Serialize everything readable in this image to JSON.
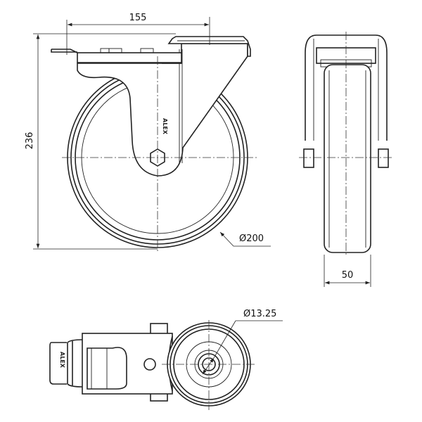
{
  "drawing": {
    "dimensions": {
      "width_overall": "155",
      "height_overall": "236",
      "wheel_diameter": "Ø200",
      "wheel_width": "50",
      "bore_diameter": "Ø13.25"
    },
    "logo_text": "ALEX",
    "line_color": "#222222"
  }
}
